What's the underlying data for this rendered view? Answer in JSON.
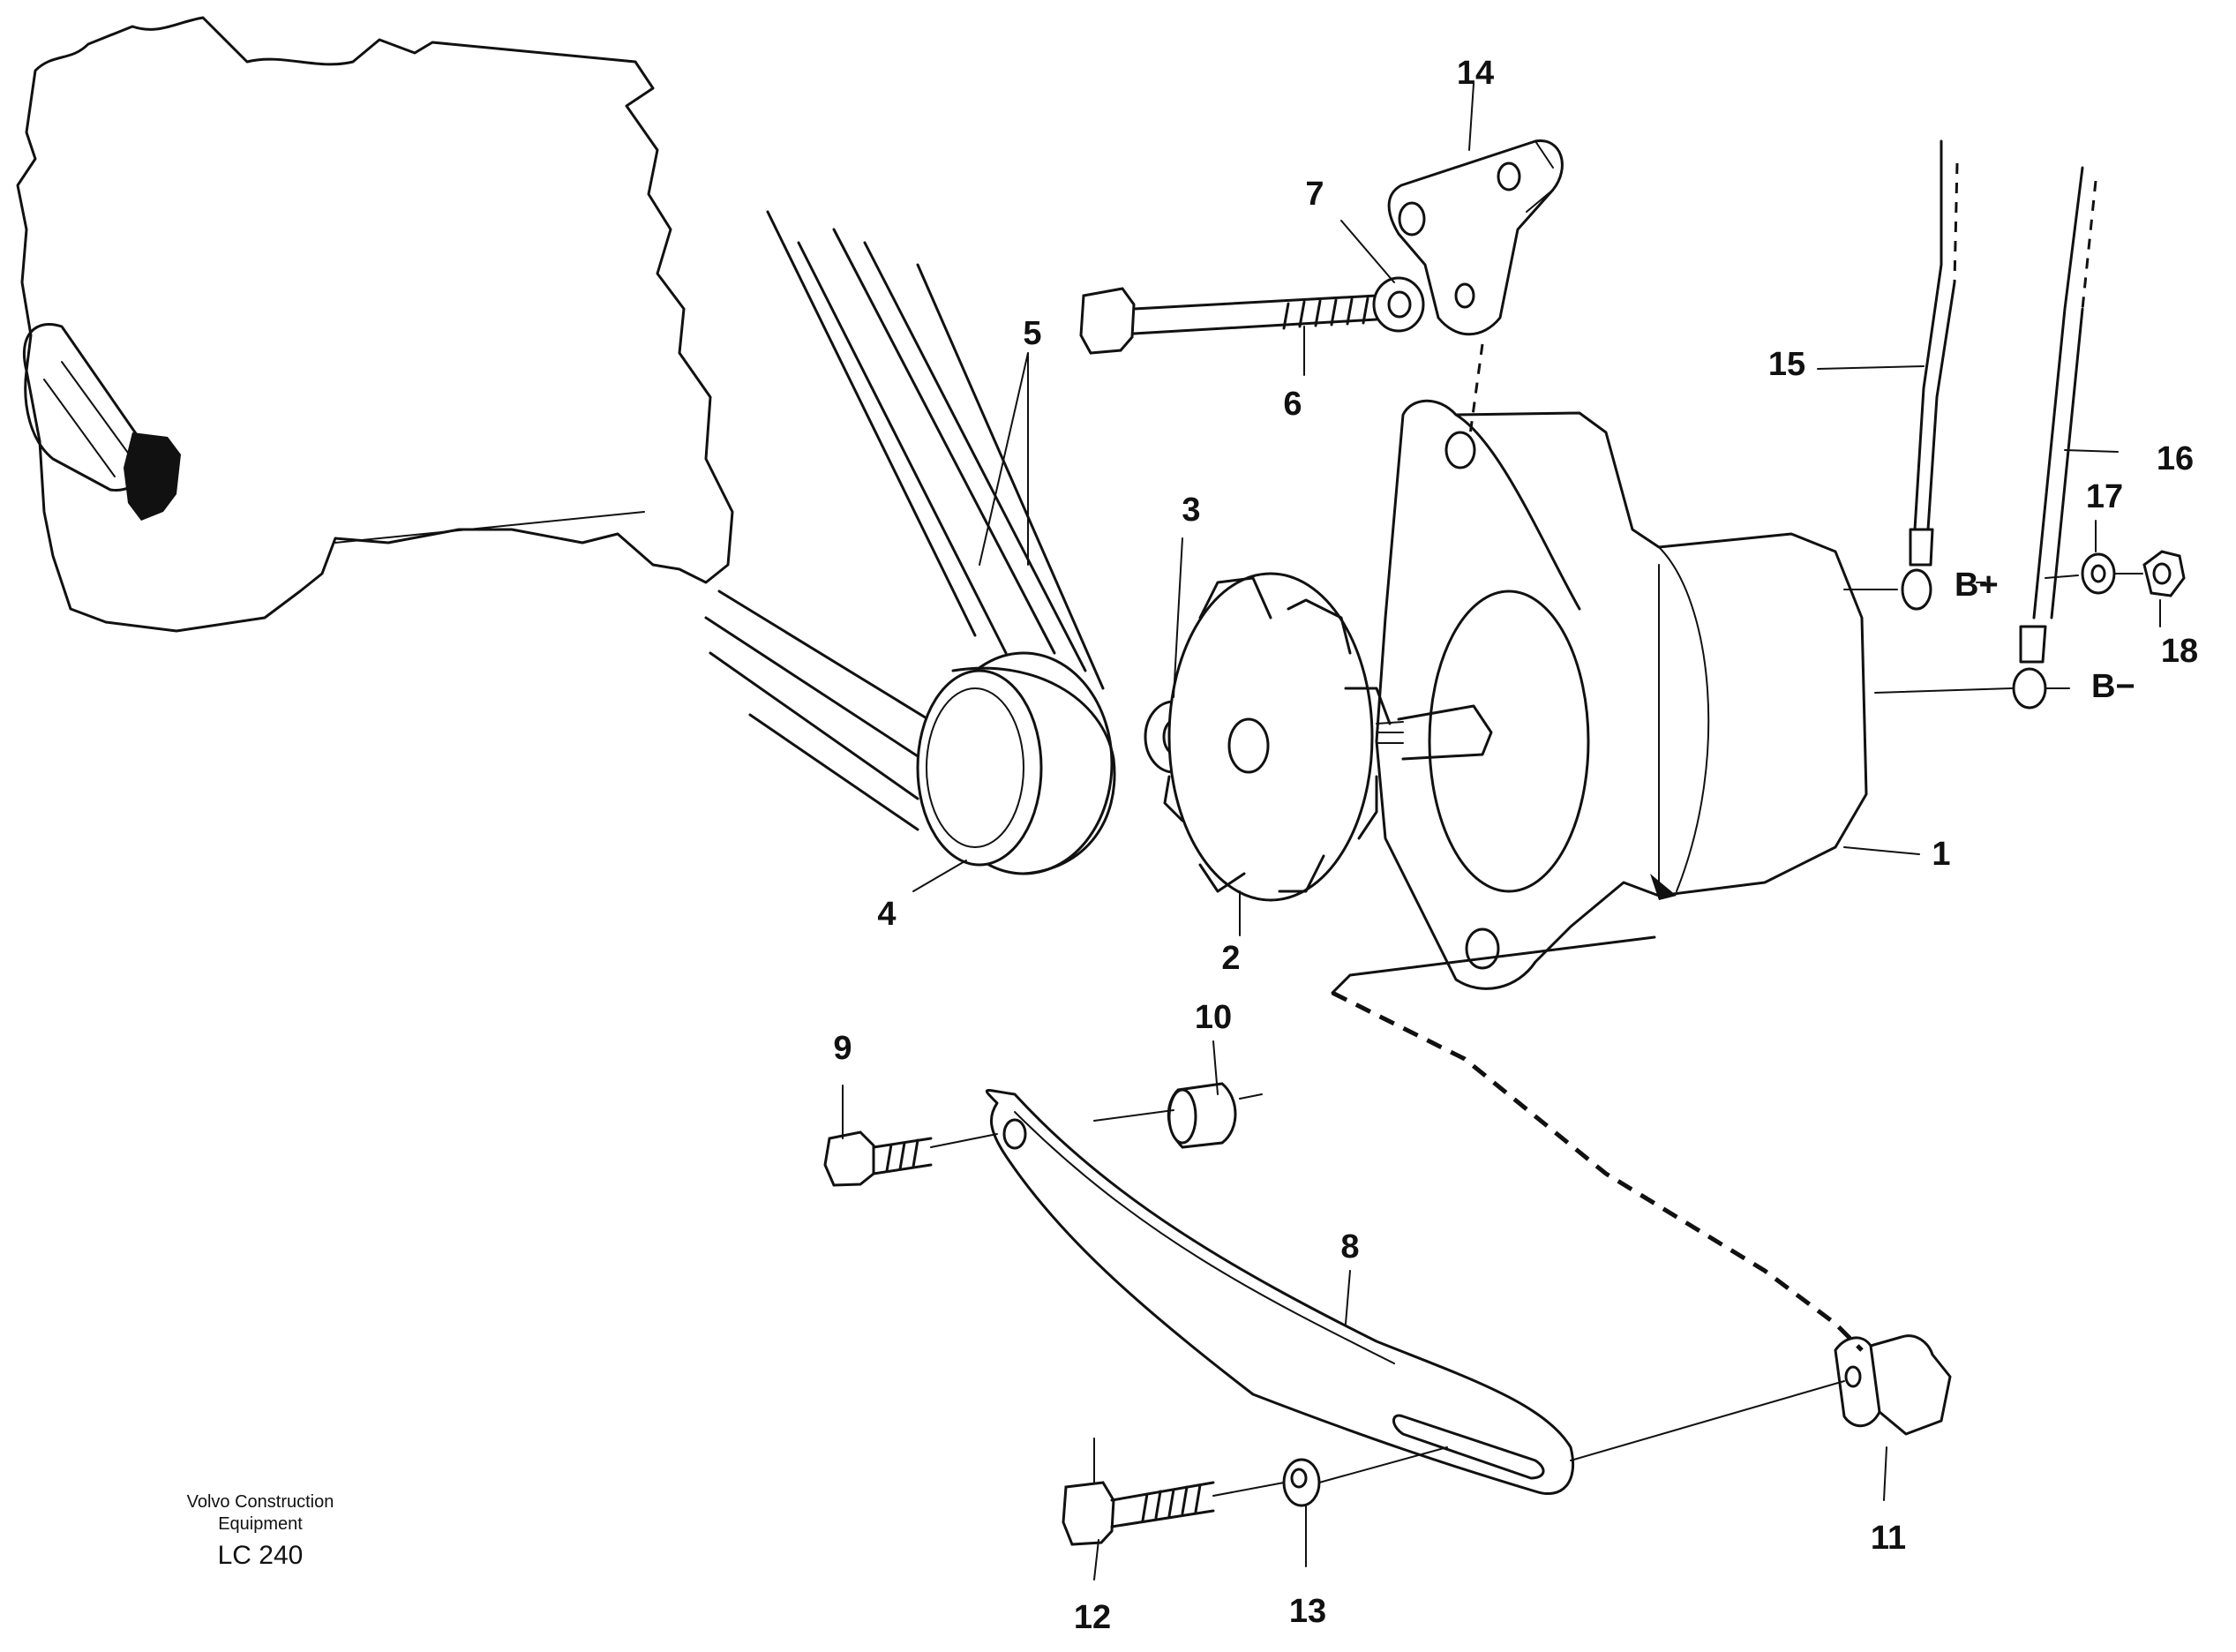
{
  "callouts": [
    "1",
    "2",
    "3",
    "4",
    "5",
    "6",
    "7",
    "8",
    "9",
    "10",
    "11",
    "12",
    "13",
    "14",
    "15",
    "16",
    "17",
    "18"
  ],
  "terminals": {
    "positive": "B+",
    "negative": "B−"
  },
  "footer": {
    "brand_line1": "Volvo Construction",
    "brand_line2": "Equipment",
    "code": "LC 240"
  }
}
